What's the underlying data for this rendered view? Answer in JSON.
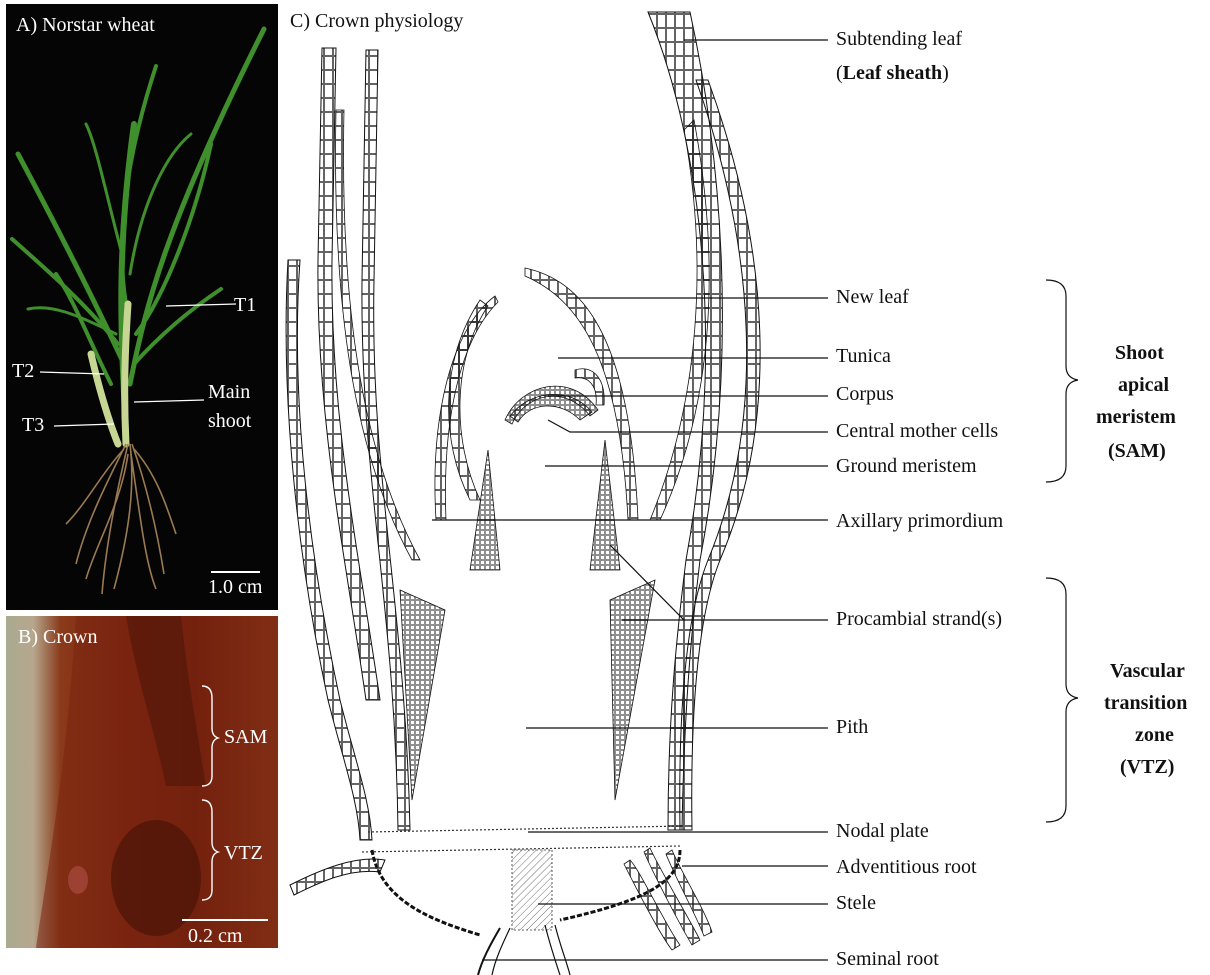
{
  "panel_a": {
    "title": "A) Norstar wheat",
    "labels": {
      "t1": "T1",
      "t2": "T2",
      "t3": "T3",
      "main_shoot_1": "Main",
      "main_shoot_2": "shoot"
    },
    "scale": "1.0 cm"
  },
  "panel_b": {
    "title": "B) Crown",
    "sam": "SAM",
    "vtz": "VTZ",
    "scale": "0.2 cm"
  },
  "panel_c": {
    "title": "C) Crown physiology",
    "labels": {
      "subtending_leaf": "Subtending leaf",
      "leaf_sheath_open": "(",
      "leaf_sheath": "Leaf sheath",
      "leaf_sheath_close": ")",
      "new_leaf": "New leaf",
      "tunica": "Tunica",
      "corpus": "Corpus",
      "central_mother_cells": "Central mother cells",
      "ground_meristem": "Ground meristem",
      "axillary_primordium": "Axillary primordium",
      "procambial_strands": "Procambial strand(s)",
      "pith": "Pith",
      "nodal_plate": "Nodal plate",
      "adventitious_root": "Adventitious root",
      "stele": "Stele",
      "seminal_root": "Seminal root"
    },
    "brackets": {
      "sam": [
        "Shoot",
        "apical",
        "meristem",
        "(SAM)"
      ],
      "vtz": [
        "Vascular",
        "transition",
        "zone",
        "(VTZ)"
      ]
    }
  },
  "colors": {
    "photo_bg": "#050505",
    "leaf_green": "#3f8f2c",
    "crown_brown": "#7a2410",
    "ink": "#111111"
  }
}
